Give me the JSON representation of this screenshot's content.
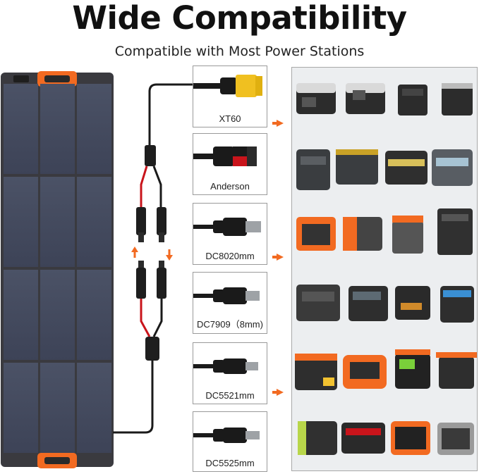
{
  "heading": {
    "title": "Wide Compatibility",
    "subtitle": "Compatible with Most Power Stations"
  },
  "connectors": [
    {
      "label": "XT60"
    },
    {
      "label": "Anderson"
    },
    {
      "label": "DC8020mm"
    },
    {
      "label": "DC7909（8mm)"
    },
    {
      "label": "DC5521mm"
    },
    {
      "label": "DC5525mm"
    }
  ],
  "colors": {
    "accent": "#f26a21",
    "panel": "#3a3a3f",
    "grid_bg": "#eceef0"
  }
}
